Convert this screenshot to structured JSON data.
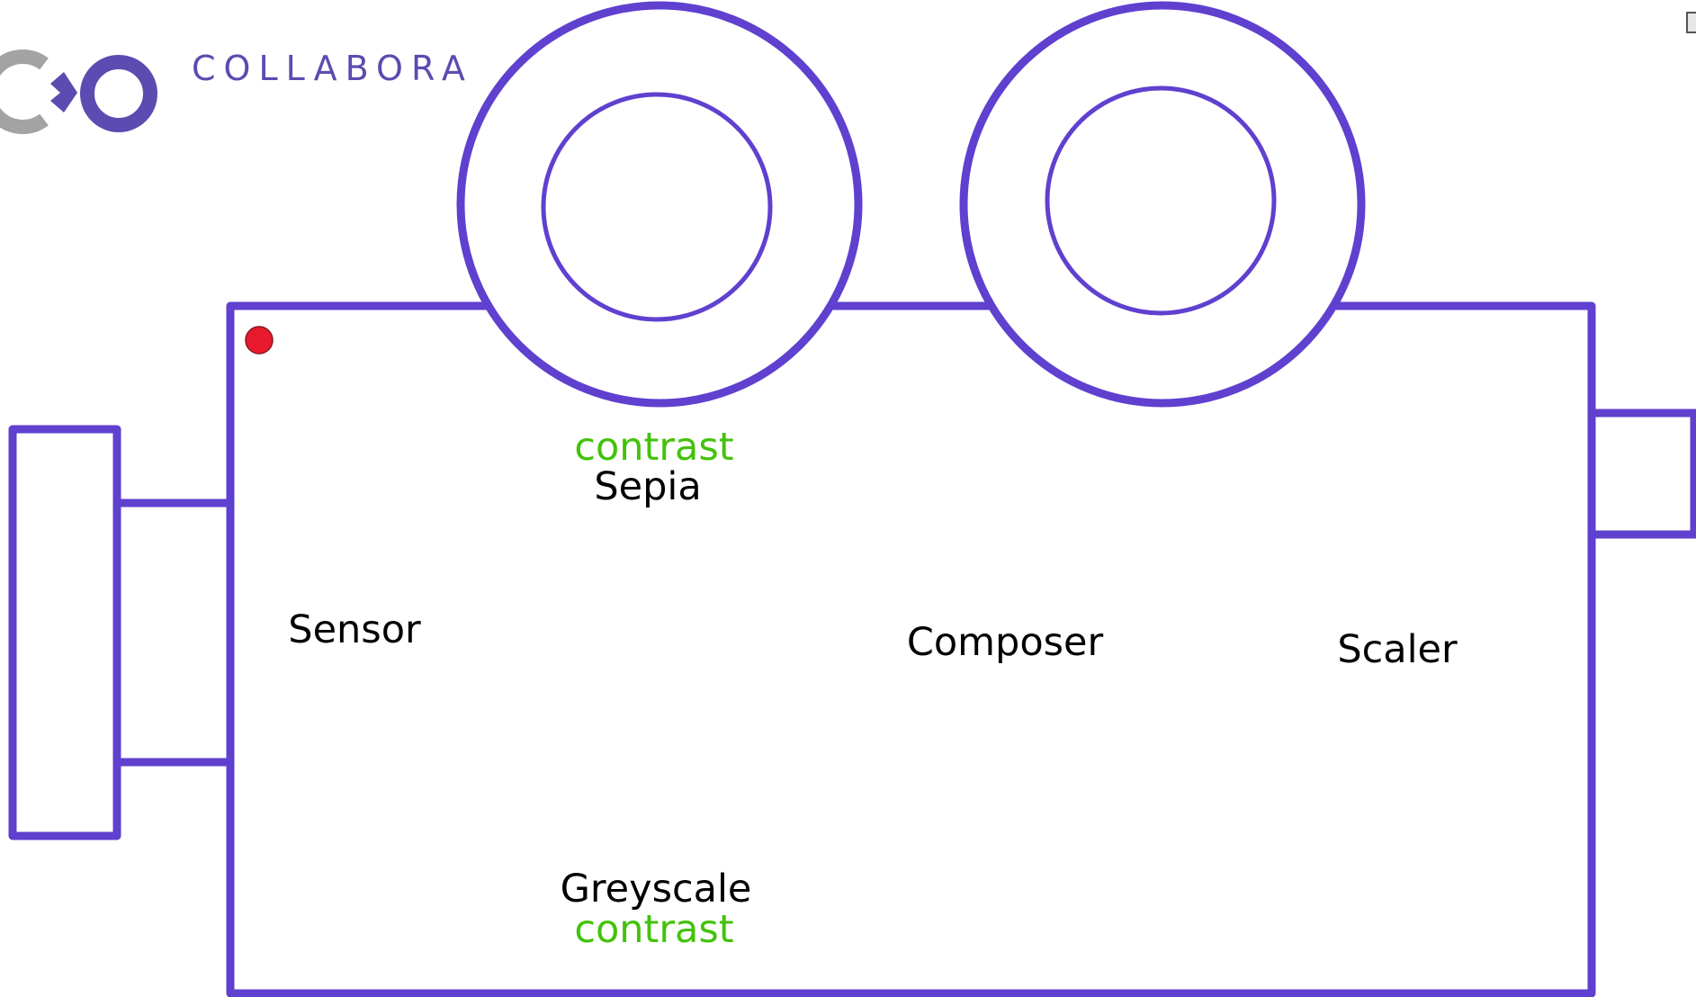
{
  "brand": {
    "name": "COLLABORA",
    "logo_icon": "collabora-logo-icon"
  },
  "colors": {
    "outline": "#5f40cf",
    "label": "#000000",
    "sublabel": "#43c20a",
    "status_dot": "#e8192c",
    "logo_grey": "#a3a3a3",
    "logo_purple": "#5c4bb0"
  },
  "diagram": {
    "labels": {
      "sensor": "Sensor",
      "composer": "Composer",
      "scaler": "Scaler"
    },
    "reels": {
      "sepia": {
        "label": "Sepia",
        "sublabel": "contrast"
      },
      "greyscale": {
        "label": "Greyscale",
        "sublabel": "contrast"
      }
    }
  }
}
